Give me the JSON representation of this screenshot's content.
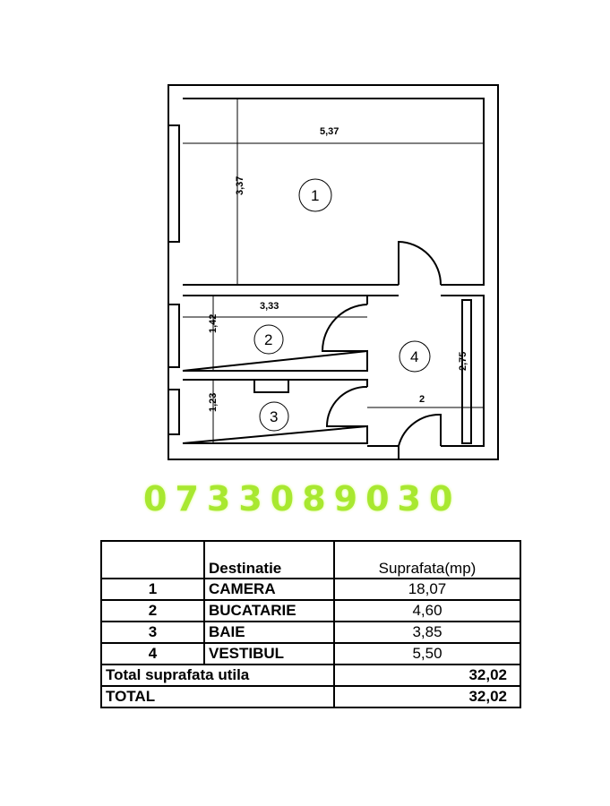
{
  "plan": {
    "dimensions": {
      "room1_width": "5,37",
      "room1_height": "3,37",
      "room2_width": "3,33",
      "room2_height": "1,42",
      "room3_height": "1,23",
      "room4_height": "2,75",
      "room4_width": "2"
    },
    "room_numbers": [
      "1",
      "2",
      "3",
      "4"
    ]
  },
  "phone": "0733089030",
  "table": {
    "header": {
      "destination": "Destinatie",
      "area": "Suprafata(mp)"
    },
    "rows": [
      {
        "index": "1",
        "name": "CAMERA",
        "area": "18,07"
      },
      {
        "index": "2",
        "name": "BUCATARIE",
        "area": "4,60"
      },
      {
        "index": "3",
        "name": "BAIE",
        "area": "3,85"
      },
      {
        "index": "4",
        "name": "VESTIBUL",
        "area": "5,50"
      }
    ],
    "total_useful_label": "Total suprafata utila",
    "total_useful_value": "32,02",
    "total_label": "TOTAL",
    "total_value": "32,02"
  }
}
